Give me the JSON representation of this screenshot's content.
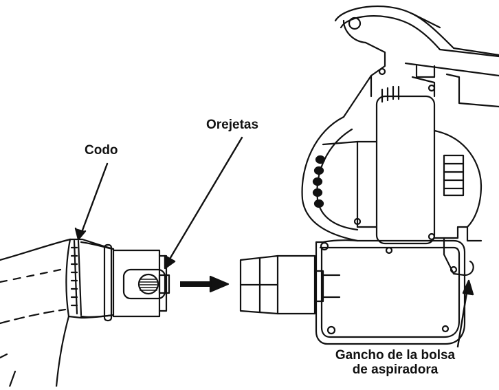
{
  "labels": {
    "elbow": "Codo",
    "lugs": "Orejetas",
    "hook_line1": "Gancho de la bolsa",
    "hook_line2": "de aspiradora"
  },
  "colors": {
    "ink": "#111111",
    "paper": "#ffffff"
  }
}
